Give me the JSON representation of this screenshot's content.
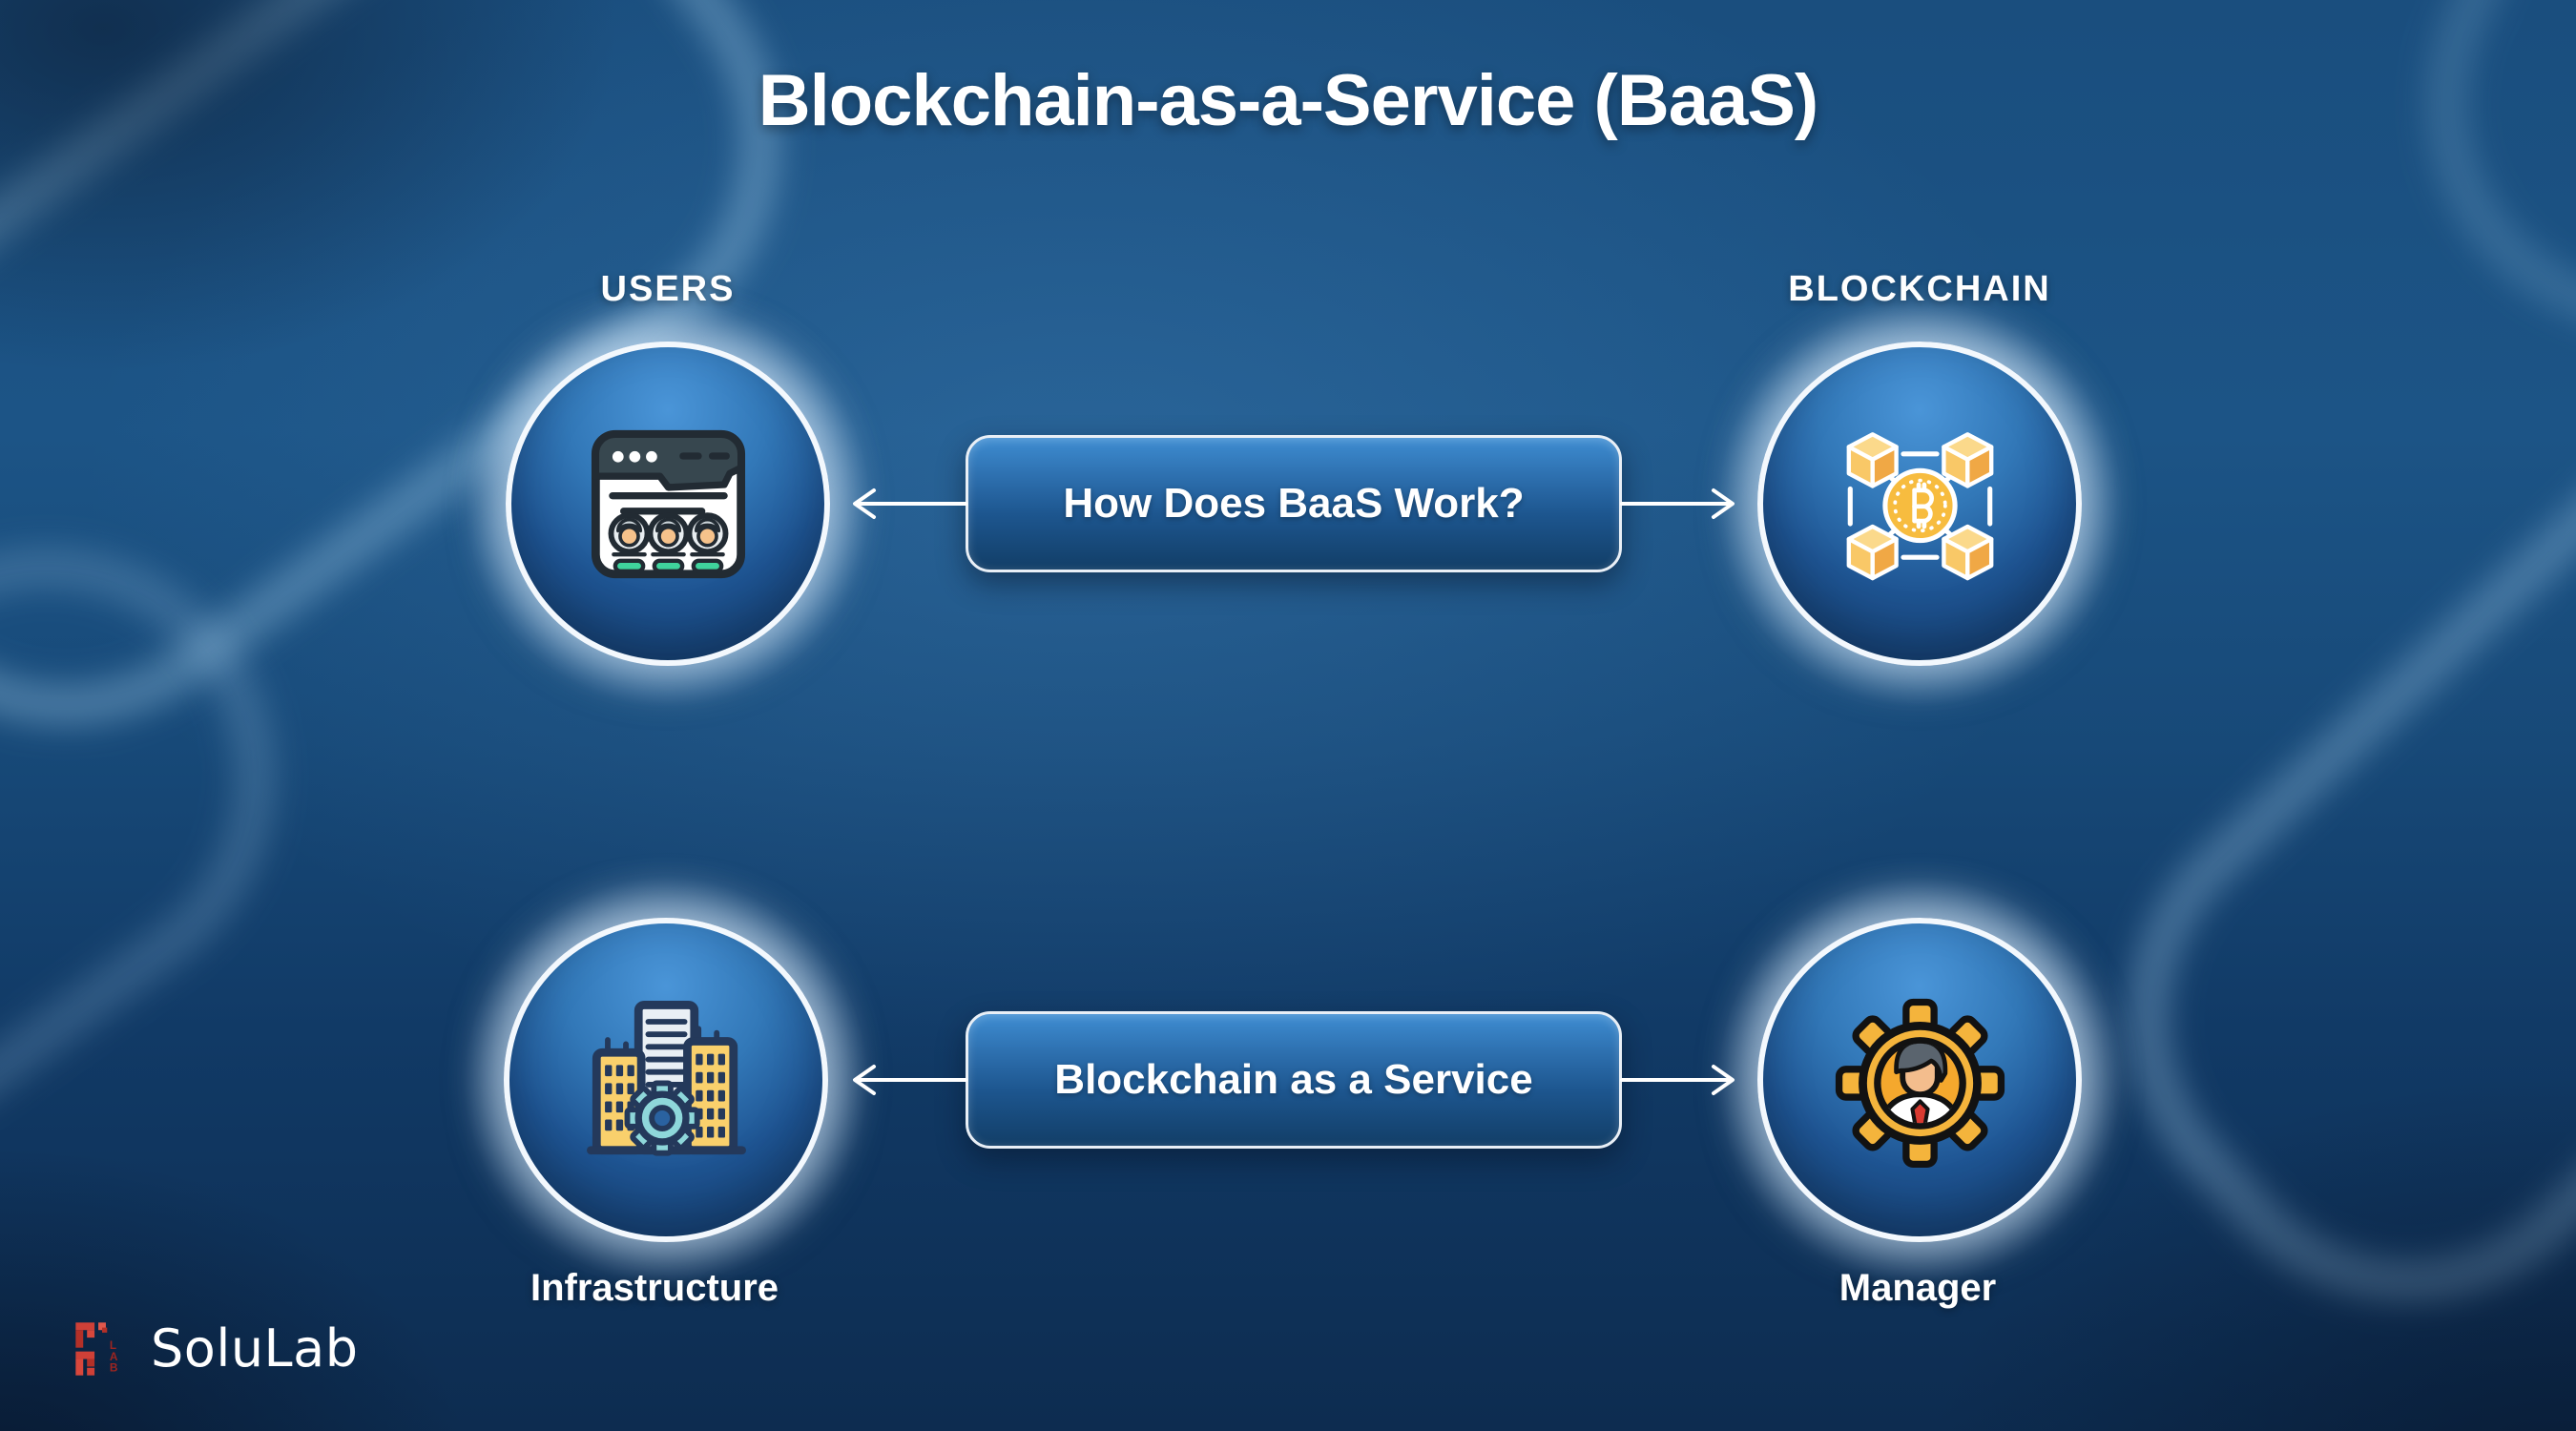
{
  "title": "Blockchain-as-a-Service (BaaS)",
  "nodes": [
    {
      "id": "users",
      "label": "USERS",
      "label_position": "top",
      "icon": "users-browser-icon"
    },
    {
      "id": "blockchain",
      "label": "BLOCKCHAIN",
      "label_position": "top",
      "icon": "blockchain-network-icon"
    },
    {
      "id": "infrastructure",
      "label": "Infrastructure",
      "label_position": "bottom",
      "icon": "infrastructure-buildings-icon"
    },
    {
      "id": "manager",
      "label": "Manager",
      "label_position": "bottom",
      "icon": "manager-gear-icon"
    }
  ],
  "connectors": [
    {
      "id": "top",
      "label": "How Does BaaS Work?",
      "from": "users",
      "to": "blockchain",
      "arrow_style": "both-outward"
    },
    {
      "id": "bottom",
      "label": "Blockchain as a Service",
      "from": "infrastructure",
      "to": "manager",
      "arrow_style": "both-outward"
    }
  ],
  "branding": {
    "logo_text": "SoluLab",
    "logo_mark": "solulab-pixel-mark-icon"
  },
  "colors": {
    "background_light": "#1c5486",
    "background_deep": "#0d2c50",
    "node_fill_top": "#4a95d8",
    "node_fill_bottom": "#133a68",
    "button_top": "#3e8dd2",
    "button_bottom": "#123e67",
    "ring_white": "#f3f8fd",
    "accent_yellow": "#f6b93b",
    "accent_teal": "#8ed7da",
    "accent_green": "#3fd39c",
    "accent_red": "#d93a31",
    "logo_red": "#cf4037",
    "text": "#ffffff"
  }
}
